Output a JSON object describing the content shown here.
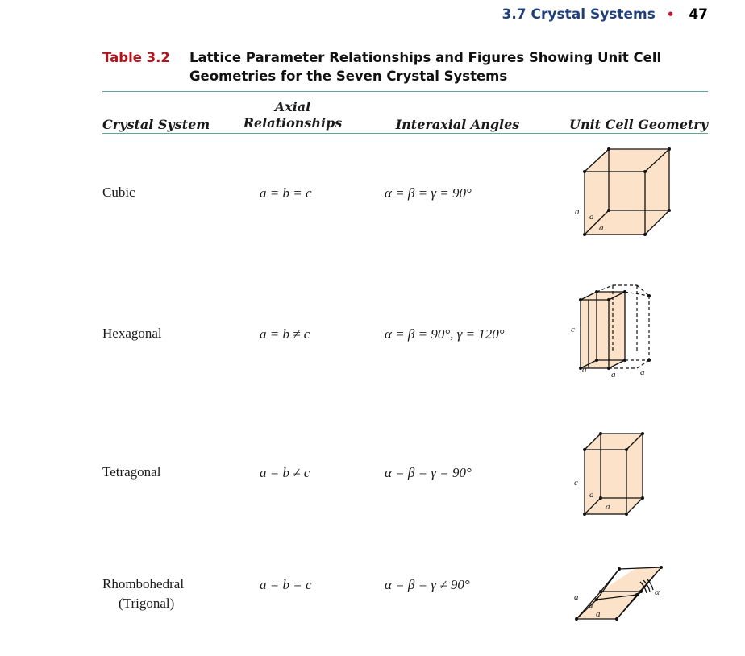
{
  "running_head": {
    "section": "3.7 Crystal Systems",
    "bullet": "•",
    "page": "47"
  },
  "caption": {
    "label": "Table 3.2",
    "text": "Lattice Parameter Relationships and Figures Showing Unit Cell Geometries for the Seven Crystal Systems"
  },
  "headers": {
    "system": "Crystal System",
    "axial_line1": "Axial",
    "axial_line2": "Relationships",
    "angles": "Interaxial Angles",
    "geometry": "Unit Cell Geometry"
  },
  "rows": [
    {
      "system": "Cubic",
      "system_line2": "",
      "axial": "a = b = c",
      "angles": "α = β = γ = 90°",
      "labels": [
        "a",
        "a",
        "a"
      ]
    },
    {
      "system": "Hexagonal",
      "system_line2": "",
      "axial": "a = b ≠ c",
      "angles": "α = β = 90°, γ = 120°",
      "labels": [
        "c",
        "a",
        "a",
        "a"
      ]
    },
    {
      "system": "Tetragonal",
      "system_line2": "",
      "axial": "a = b ≠ c",
      "angles": "α = β = γ = 90°",
      "labels": [
        "c",
        "a",
        "a"
      ]
    },
    {
      "system": "Rhombohedral",
      "system_line2": "(Trigonal)",
      "axial": "a = b = c",
      "angles": "α = β = γ ≠ 90°",
      "labels": [
        "a",
        "a",
        "a",
        "α"
      ]
    }
  ],
  "colors": {
    "heading_blue": "#1f3f7a",
    "table_label_red": "#b5121b",
    "rule_teal": "#5aa6a0",
    "cell_fill": "#fbe2c8"
  }
}
